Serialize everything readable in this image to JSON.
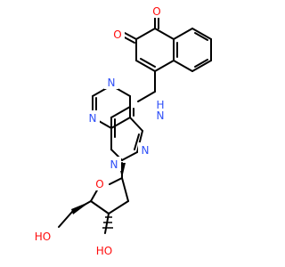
{
  "colors": {
    "bond": "#000000",
    "oxygen": "#ff0d0d",
    "nitrogen": "#3050f8",
    "background": "#ffffff"
  },
  "atoms": {
    "ketone_o1": "O",
    "ketone_o2": "O",
    "amine_nh": "N",
    "amine_h": "H",
    "purine_n1": "N",
    "purine_n3": "N",
    "purine_n7": "N",
    "purine_n9": "N",
    "ring_o": "O",
    "hydroxymethyl_oh": "HO",
    "hydroxyl_oh": "HO"
  }
}
